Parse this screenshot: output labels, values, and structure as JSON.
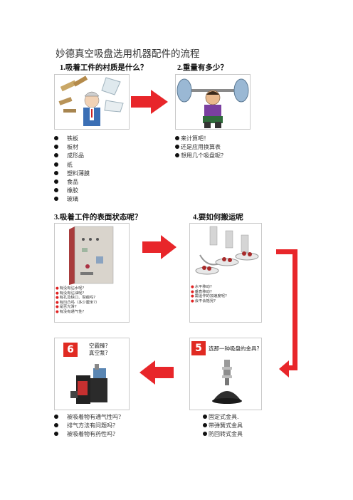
{
  "title": "妙德真空吸盘选用机器配件的流程",
  "questions": {
    "q1": "1.吸着工件的村质是什么？",
    "q2": "2.重量有多少？",
    "q3": "3.吸着工件的表面状态呢？",
    "q4": "4.要如何搬运呢"
  },
  "materials": [
    "铁板",
    "板材",
    "成形品",
    "纸",
    "塑料薄膜",
    "食品",
    "橡胶",
    "玻璃"
  ],
  "weight_notes": [
    "来计算吧！",
    "还是应用换算表",
    "想用几个吸盘呢？"
  ],
  "surface_checks": [
    "有没有沾水呢?",
    "有没有沾油呢?",
    "有孔及缺口、裂痕吗?",
    "有凹凸吗（多少厘米?）",
    "是否光滑?",
    "有没有通气性?"
  ],
  "transport_checks": [
    "水平移动?",
    "垂直移动?",
    "需运作的加速度呢?",
    "会不会摇晃?"
  ],
  "step6": {
    "number": "6",
    "line1": "空霸臻?",
    "line2": "真空泵?"
  },
  "step5": {
    "number": "5",
    "text": "选那一种吸盘的金具?"
  },
  "bottom_left": [
    "被吸着物有通气性吗？",
    "排气方法有问题吗？",
    "被吸着物有药性吗？"
  ],
  "bottom_right": [
    "固定式金具.",
    "带弹簧式金具",
    "防回转式金具"
  ],
  "colors": {
    "arrow_red": "#e8262a",
    "badge_red": "#e02a22"
  }
}
